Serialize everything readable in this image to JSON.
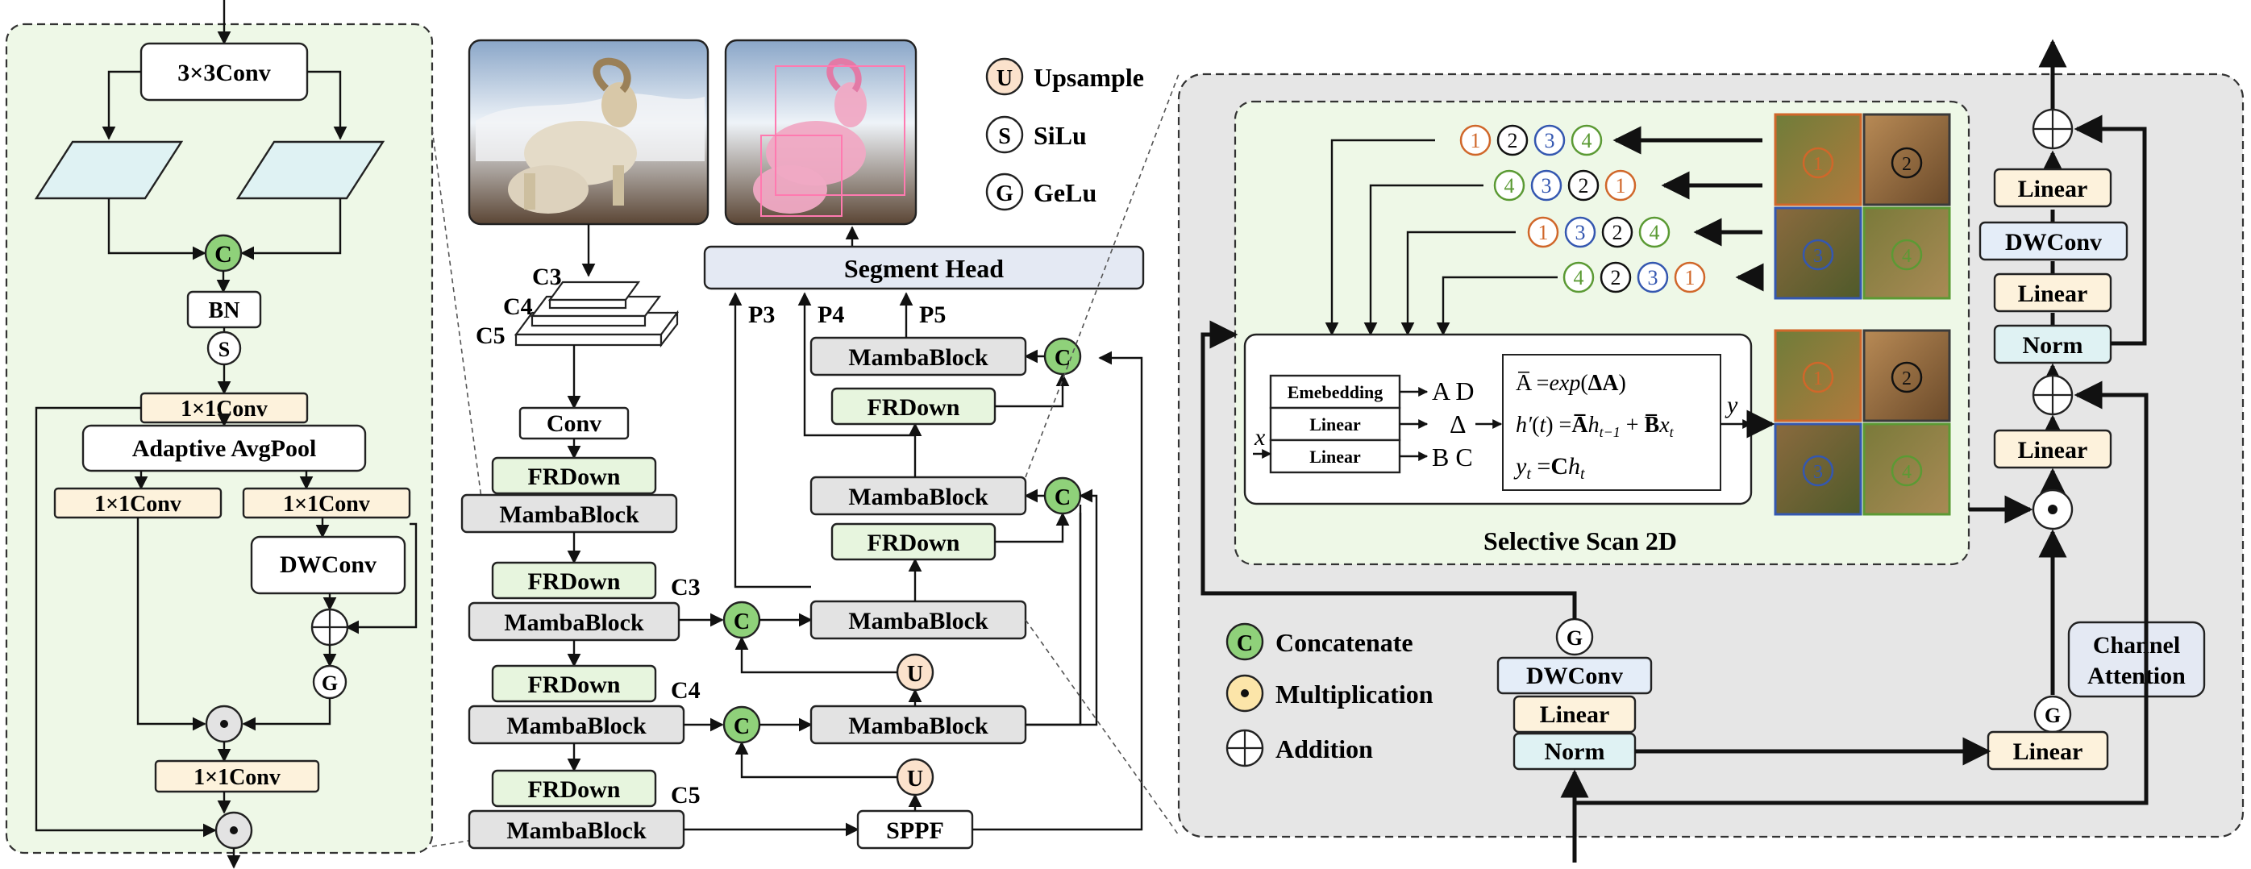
{
  "colors": {
    "conv_fill": "#fdf2dc",
    "mamba_fill": "#e3e3e3",
    "frdown_fill": "#e7f5de",
    "norm_fill": "#dff2f3",
    "dwconv_fill": "#e4edf8",
    "concat_fill": "#8fd17a",
    "upsample_fill": "#fbe2cc",
    "mult_fill": "#fce5a9",
    "head_fill": "#e4e9f3",
    "seq_orange": "#d0672a",
    "seq_blue": "#3457b0",
    "seq_green": "#5b9a34",
    "seq_black": "#111111"
  },
  "left": {
    "conv3": "3×3Conv",
    "bn": "BN",
    "s": "S",
    "c": "C",
    "conv1_top": "1×1Conv",
    "avgpool": "Adaptive AvgPool",
    "conv1_left": "1×1Conv",
    "conv1_right": "1×1Conv",
    "dwconv": "DWConv",
    "g": "G",
    "conv1_bottom": "1×1Conv"
  },
  "middle": {
    "c3": "C3",
    "c4": "C4",
    "c5": "C5",
    "conv": "Conv",
    "frdown": "FRDown",
    "mamba": "MambaBlock",
    "sppf": "SPPF",
    "segment_head": "Segment Head",
    "p3": "P3",
    "p4": "P4",
    "p5": "P5",
    "concat_letter": "C",
    "upsample_letter": "U"
  },
  "legend_top": [
    {
      "letter": "U",
      "label": "Upsample"
    },
    {
      "letter": "S",
      "label": "SiLu"
    },
    {
      "letter": "G",
      "label": "GeLu"
    }
  ],
  "legend_bottom": [
    {
      "letter": "C",
      "label": "Concatenate"
    },
    {
      "letter": "•",
      "label": "Multiplication"
    },
    {
      "letter": "+",
      "label": "Addition"
    }
  ],
  "right": {
    "linear": "Linear",
    "dwconv": "DWConv",
    "norm": "Norm",
    "channel_attention_1": "Channel",
    "channel_attention_2": "Attention",
    "g": "G",
    "selective_scan": "Selective Scan 2D",
    "embedding": "Emebedding",
    "linear_small": "Linear",
    "ad": "A  D",
    "delta": "Δ",
    "bc": "B  C",
    "x": "x",
    "y": "y",
    "eq1": "A̅ =exp(ΔA)",
    "eq2": "h′(t) = A̅h t−1 + B̅x t",
    "eq3": "y t = Ch t",
    "sequences": [
      [
        "1",
        "2",
        "3",
        "4"
      ],
      [
        "4",
        "3",
        "2",
        "1"
      ],
      [
        "1",
        "3",
        "2",
        "4"
      ],
      [
        "4",
        "2",
        "3",
        "1"
      ]
    ],
    "tile_numbers": [
      "1",
      "2",
      "3",
      "4"
    ]
  }
}
